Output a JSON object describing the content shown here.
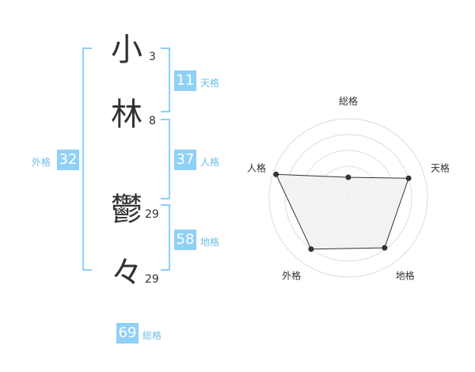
{
  "name": {
    "characters": [
      {
        "char": "小",
        "strokes": "3"
      },
      {
        "char": "林",
        "strokes": "8"
      },
      {
        "char": "鬱",
        "strokes": "29"
      },
      {
        "char": "々",
        "strokes": "29"
      }
    ]
  },
  "fortune": {
    "tenkaku": {
      "value": "11",
      "label": "天格"
    },
    "jinkaku": {
      "value": "37",
      "label": "人格"
    },
    "chikaku": {
      "value": "58",
      "label": "地格"
    },
    "gaikaku": {
      "value": "32",
      "label": "外格"
    },
    "soukaku": {
      "value": "69",
      "label": "総格"
    }
  },
  "chart_data": {
    "type": "radar",
    "axes": [
      "総格",
      "天格",
      "地格",
      "外格",
      "人格"
    ],
    "values": [
      1.3,
      4.0,
      3.9,
      4.0,
      4.8
    ],
    "rmax": 5,
    "rings": 5,
    "colors": {
      "fill": "#f2f2f2",
      "line": "#333333",
      "grid": "#dddddd",
      "point": "#333333"
    }
  }
}
